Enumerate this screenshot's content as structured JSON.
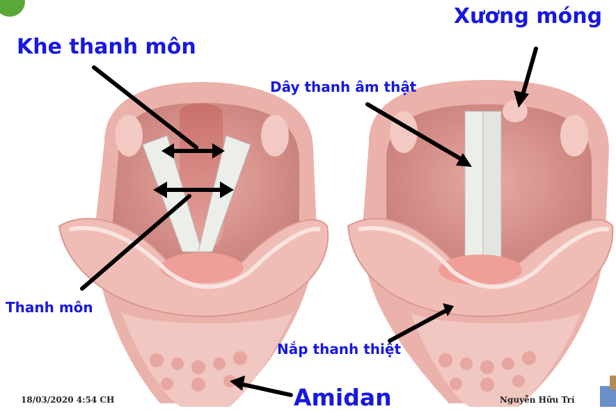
{
  "labels": {
    "hyoid_bone": "Xương móng",
    "rima_glottidis": "Khe thanh môn",
    "true_vocal_cord": "Dây thanh âm thật",
    "glottis": "Thanh môn",
    "epiglottis": "Nắp thanh thiệt",
    "tonsil": "Amidan"
  },
  "footer": {
    "date": "18/03/2020 4:54 CH",
    "author": "Nguyễn Hữu Trí"
  },
  "colors": {
    "label_text": "#1818e0",
    "arrow": "#000000",
    "tissue_outer": "#e8a7a0",
    "tissue_inner": "#d98882",
    "vocal_cord": "#e9ece7"
  }
}
